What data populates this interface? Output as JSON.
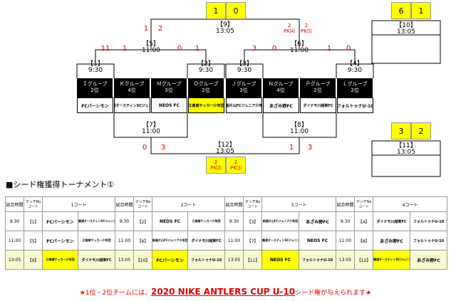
{
  "final": {
    "scores": [
      "1",
      "0"
    ],
    "label": "【9】",
    "time": "13:05"
  },
  "third_place": {
    "scores": [
      "6",
      "1"
    ],
    "label": "【10】",
    "time": "13:05"
  },
  "fifth_place": {
    "scores": [
      "3",
      "2"
    ],
    "label": "【11】",
    "time": "13:05"
  },
  "matches": {
    "m1": {
      "label": "【1】",
      "time": "9:30"
    },
    "m2": {
      "label": "【2】",
      "time": "9:30"
    },
    "m3": {
      "label": "【3】",
      "time": "9:30"
    },
    "m4": {
      "label": "【4】",
      "time": "9:30"
    },
    "m5": {
      "label": "【5】",
      "time": "11:00"
    },
    "m6": {
      "label": "【6】",
      "time": "11:00"
    },
    "m7": {
      "label": "【7】",
      "time": "11:00"
    },
    "m8": {
      "label": "【8】",
      "time": "11:00"
    },
    "m9": {
      "label": "【9】",
      "time": "13:05"
    },
    "m12": {
      "label": "【12】",
      "time": "13:05"
    }
  },
  "scores": {
    "m9_left": "1",
    "m9_right": "2",
    "m9_pk_left": "2\nPK⑷",
    "m9_pk_right": "2\nPK⑸",
    "m5_left_outer": "11",
    "m5_left_inner": "1",
    "m5_right_inner": "0",
    "m5_right_outer": "1",
    "m6_left_outer": "3",
    "m6_left_inner": "0",
    "m6_right_inner": "1",
    "m6_right_outer": "0",
    "m12_left_outer": "0",
    "m12_left_inner": "3",
    "m12_right_inner": "1",
    "m12_right_outer": "3",
    "m12_pk_left": "2\nPK⑵",
    "m12_pk_right": "2\nPK⑶"
  },
  "groups": [
    {
      "group": "Ｉグループ",
      "rank": "2位"
    },
    {
      "group": "Ｋグループ",
      "rank": "4位"
    },
    {
      "group": "Ｍグループ",
      "rank": "3位"
    },
    {
      "group": "Ｏグループ",
      "rank": "2位"
    },
    {
      "group": "Ｊグループ",
      "rank": "3位"
    },
    {
      "group": "Ｎグループ",
      "rank": "4位"
    },
    {
      "group": "Ｐグループ",
      "rank": "2位"
    },
    {
      "group": "Ｌグループ",
      "rank": "2位"
    }
  ],
  "teams": [
    "FCパーシモン",
    "鵜浦オースティンSCジュニア",
    "NEOS FC",
    "江南南サッカー少年団",
    "新座片山FCジュニア少年団",
    "あざみ野FC",
    "ダイナモ川越東FC",
    "フォルトゥナU-10"
  ],
  "heading": "■シード権獲得トーナメント①",
  "schedule": {
    "headers": [
      "試合時間",
      "マッチNo\nコート",
      "1コート",
      "試合時間",
      "マッチNo\nコート",
      "2コート",
      "試合時間",
      "マッチNo\nコート",
      "3コート",
      "試合時間",
      "マッチNo\nコート",
      "4コート"
    ],
    "rows": [
      [
        [
          "9:30",
          "【1】",
          "FCパーシモン",
          "鵜浦オースティンSCジュニア"
        ],
        [
          "9:30",
          "【2】",
          "NEOS FC",
          "江南南サッカー少年団"
        ],
        [
          "9:30",
          "【3】",
          "新座片山FCジュニア少年団",
          "あざみ野FC"
        ],
        [
          "9:30",
          "【4】",
          "ダイナモ川越東FC",
          "フォルトゥナU-10"
        ]
      ],
      [
        [
          "11:00",
          "【5】",
          "FCパーシモン",
          "江南南サッカー少年団"
        ],
        [
          "11:00",
          "【6】",
          "新座片山FCジュニア少年団",
          "ダイナモ川越東FC"
        ],
        [
          "11:00",
          "【7】",
          "鵜浦オースティンSCジュニア",
          "NEOS FC"
        ],
        [
          "11:00",
          "【8】",
          "あざみ野FC",
          "フォルトゥナU-10"
        ]
      ],
      [
        [
          "13:05",
          "【9】",
          "江南南サッカー少年団",
          "ダイナモ川越東FC"
        ],
        [
          "13:05",
          "【10】",
          "FCパーシモン",
          "フォルトゥナU-10"
        ],
        [
          "13:05",
          "【11】",
          "NEOS FC",
          "フォルトゥナU-10"
        ],
        [
          "13:05",
          "【12】",
          "鵜浦オースティンSCジュニア",
          "あざみ野FC"
        ]
      ]
    ]
  },
  "footer": {
    "pre": "★1位・2位チームには、",
    "big": "2020 NIKE ANTLERS CUP U-10",
    "post": "シード権が与えられます★"
  },
  "colors": {
    "highlight": "#ffff00",
    "score": "#e00000"
  }
}
